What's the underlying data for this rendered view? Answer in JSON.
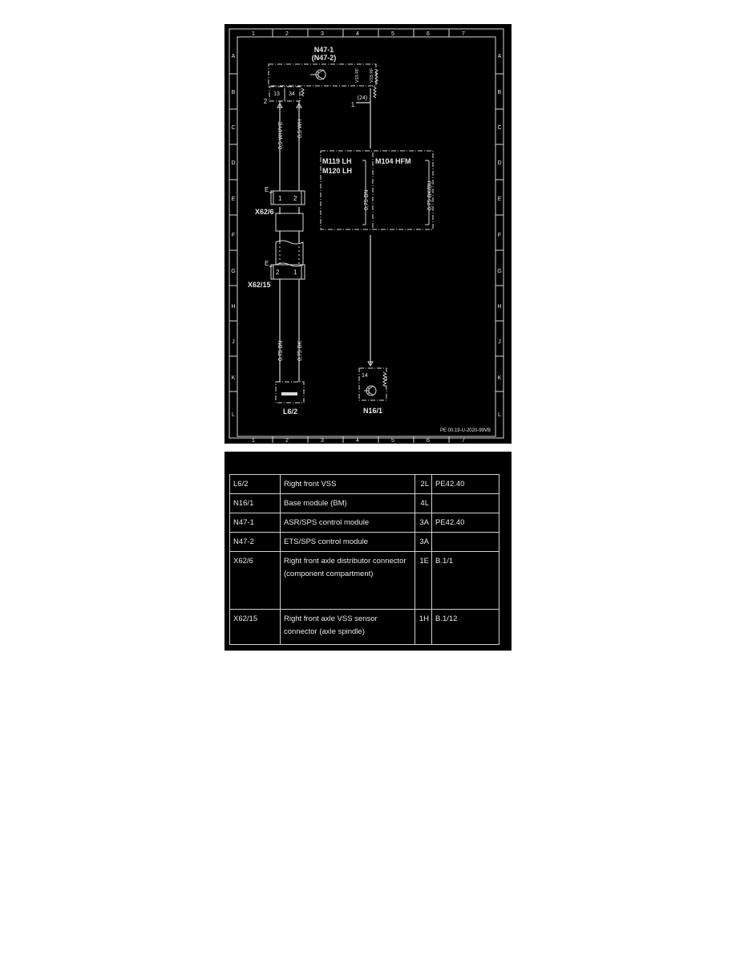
{
  "diagram": {
    "grid_columns": [
      "1",
      "2",
      "3",
      "4",
      "5",
      "6",
      "7"
    ],
    "grid_rows": [
      "A",
      "B",
      "C",
      "D",
      "E",
      "F",
      "G",
      "H",
      "J",
      "K",
      "L"
    ],
    "doc_ref": "PE 00.19-U-2020-99VB",
    "components": {
      "n47_1": "N47-1",
      "n47_2": "(N47-2)",
      "x62_6": "X62/6",
      "x62_15": "X62/15",
      "l6_2": "L6/2",
      "n16_1": "N16/1"
    },
    "engines": {
      "m119_lh": "M119  LH",
      "m120_lh": "M120  LH",
      "m104_hfm": "M104  HFM"
    },
    "pins": {
      "p13": "13",
      "p34": "34",
      "p24": "(24)",
      "p2": "2",
      "p1": "1",
      "x62_6_a": "1",
      "x62_6_b": "2",
      "x62_15_a": "2",
      "x62_15_b": "1",
      "p14": "14",
      "e_top": "E",
      "e_bottom": "E"
    },
    "signals": {
      "vss_rf": "VSS RF",
      "vss_rf_2": "VSS RF"
    },
    "wires": {
      "w_upper_left": "0,5 WH/YE",
      "w_upper_right": "0,5 WH",
      "w_lower_left": "0,75 BN",
      "w_lower_right": "0,75 BK",
      "w_lh": "0,75 BN",
      "w_hfm": "0,75 BK/BU"
    }
  },
  "legend": {
    "rows": [
      {
        "code": "L6/2",
        "desc": "Right front VSS",
        "grid": "2L",
        "ref": "PE42.40"
      },
      {
        "code": "N16/1",
        "desc": "Base module (BM)",
        "grid": "4L",
        "ref": ""
      },
      {
        "code": "N47-1",
        "desc": "ASR/SPS control module",
        "grid": "3A",
        "ref": "PE42.40"
      },
      {
        "code": "N47-2",
        "desc": "ETS/SPS control module",
        "grid": "3A",
        "ref": ""
      },
      {
        "code": "X62/6",
        "desc": "Right front axle distributor connector (component compartment)",
        "grid": "1E",
        "ref": "B.1/1"
      },
      {
        "code": "X62/15",
        "desc": "Right front axle VSS sensor connector (axle spindle)",
        "grid": "1H",
        "ref": "B.1/12"
      }
    ]
  }
}
